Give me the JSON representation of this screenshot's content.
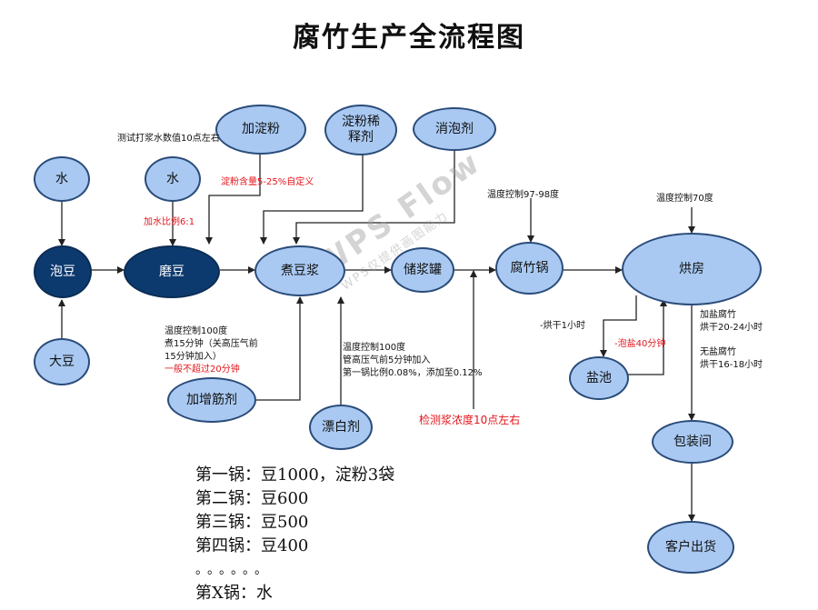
{
  "title": "腐竹生产全流程图",
  "nodes": {
    "water_left": "水",
    "soak": "泡豆",
    "soybean": "大豆",
    "water_mid": "水",
    "grind": "磨豆",
    "starch": "加淀粉",
    "starch_dilute": "淀粉稀释剂",
    "defoamer": "消泡剂",
    "cook": "煮豆浆",
    "storage": "储浆罐",
    "yuba_pot": "腐竹锅",
    "dry_room": "烘房",
    "salt_pool": "盐池",
    "packing": "包装间",
    "shipping": "客户出货",
    "gluten": "加增筋剂",
    "bleach": "漂白剂"
  },
  "notes": {
    "grind_test": "测试打浆水数值10点左右",
    "starch_content": "淀粉含量5-25%自定义",
    "water_ratio": "加水比例6:1",
    "pot_temp": "温度控制97-98度",
    "dry_temp": "温度控制70度",
    "gluten_line1": "温度控制100度",
    "gluten_line2": "煮15分钟（关高压气前",
    "gluten_line3": "15分钟加入）",
    "gluten_limit": "一般不超过20分钟",
    "bleach_line1": "温度控制100度",
    "bleach_line2": "管高压气前5分钟加入",
    "bleach_line3": "第一锅比例0.08%，添加至0.12%",
    "detect": "检测浆浓度10点左右",
    "bake_1h": "-烘干1小时",
    "salt_40": "-泡盐40分钟",
    "salted_1": "加盐腐竹",
    "salted_2": "烘干20-24小时",
    "unsalted_1": "无盐腐竹",
    "unsalted_2": "烘干16-18小时"
  },
  "batches": [
    "第一锅：豆1000，淀粉3袋",
    "第二锅：豆600",
    "第三锅：豆500",
    "第四锅：豆400",
    "。。。。。。",
    "第X锅：水"
  ],
  "watermark": {
    "big": "WPS Flow",
    "small": "WPS仅提供画图能力"
  },
  "colors": {
    "node_fill": "#a9c9f2",
    "node_dark": "#0d3a6e",
    "note_red": "#e4151b",
    "arrow": "#222222"
  }
}
